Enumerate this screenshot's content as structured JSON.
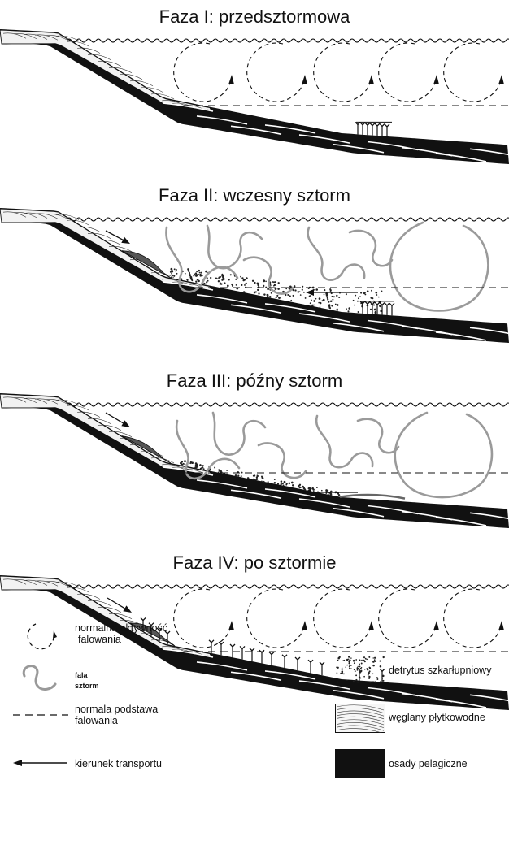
{
  "phases": [
    {
      "title": "Faza I: przedsztormowa"
    },
    {
      "title": "Faza II: wczesny sztorm"
    },
    {
      "title": "Faza III: późny sztorm"
    },
    {
      "title": "Faza IV: po sztormie"
    }
  ],
  "legend": {
    "wave_activity": {
      "line1": "normalna aktywność",
      "line2": "falowania"
    },
    "storm": {
      "line1": "fala",
      "line2": "sztorm"
    },
    "wave_base": {
      "line1": "normala podstawa",
      "line2": "falowania"
    },
    "transport": {
      "label": "kierunek transportu"
    },
    "echinoderm": {
      "label": "detrytus szkarłupniowy"
    },
    "shallow": {
      "label": "węglany płytkowodne"
    },
    "pelagic": {
      "label": "osady pelagiczne"
    }
  }
}
